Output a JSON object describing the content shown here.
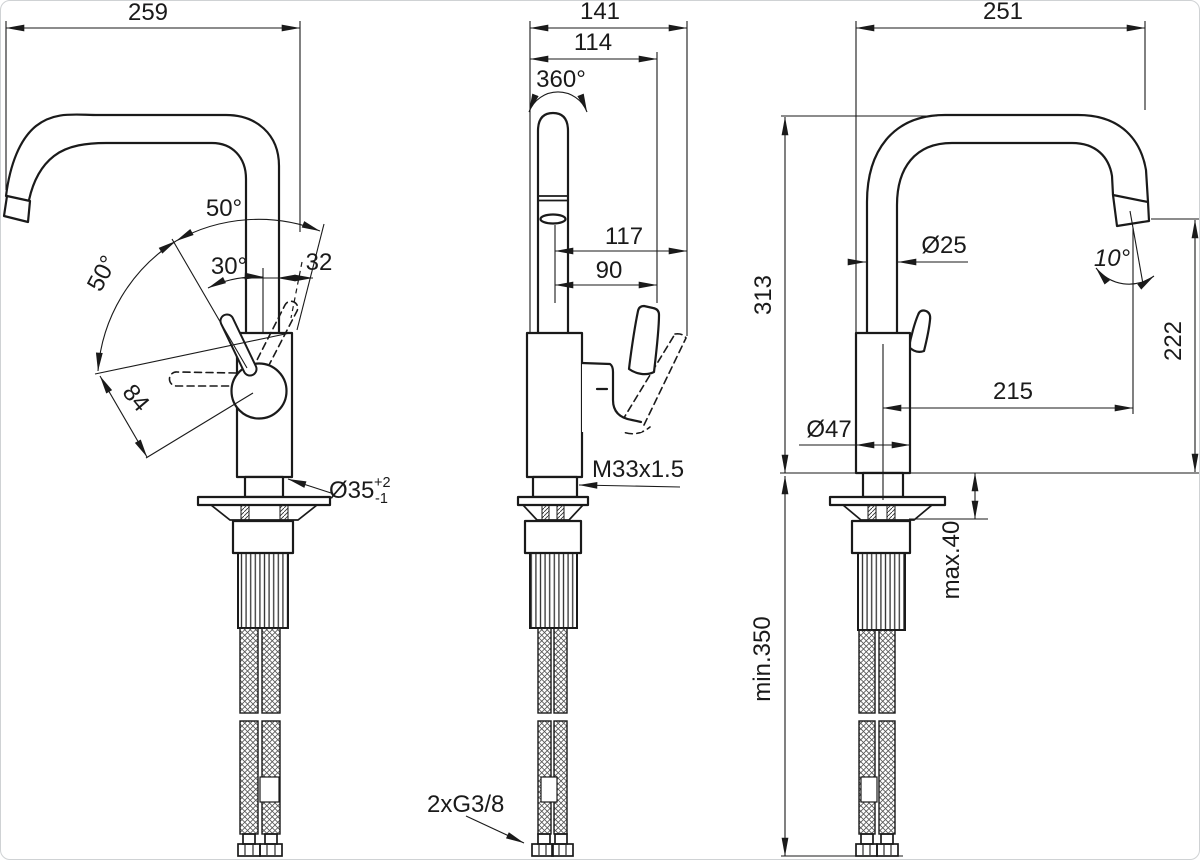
{
  "drawing": {
    "title": "Single-lever kitchen mixer tap — dimensional drawing, three views",
    "type": "technical-dimension-drawing",
    "line_color": "#1a1a1a",
    "background": "#ffffff",
    "front": {
      "overall_width": "259",
      "handle_swing_upper": "50°",
      "handle_swing_30": "30°",
      "offset_32": "32",
      "handle_swing_side": "50°",
      "lever_travel": "84",
      "hole_diameter": "Ø35",
      "hole_tol_plus": "+2",
      "hole_tol_minus": "-1"
    },
    "side": {
      "depth_overall": "141",
      "depth_front": "114",
      "swivel_range": "360°",
      "handle_reach_back": "117",
      "handle_reach_90": "90",
      "mount_thread": "M33x1.5",
      "hose_connection": "2xG3/8"
    },
    "back": {
      "spout_reach": "251",
      "spout_tube_diameter": "Ø25",
      "outlet_angle": "10°",
      "height_to_spout_top": "313",
      "outlet_height": "222",
      "projection": "215",
      "body_diameter": "Ø47",
      "deck_thickness": "max.40",
      "hose_length": "min.350"
    }
  }
}
